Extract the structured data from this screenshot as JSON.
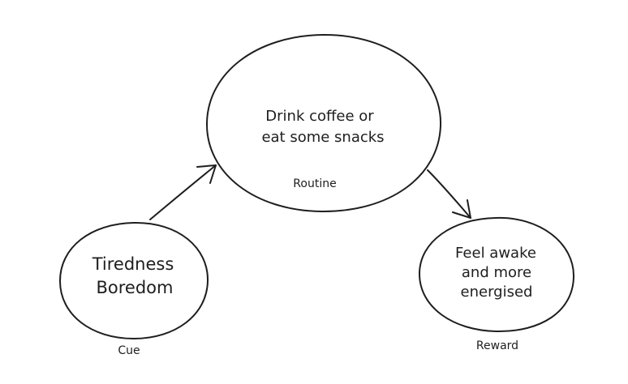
{
  "diagram": {
    "routine": {
      "lines": [
        "Drink coffee or",
        "eat some snacks"
      ],
      "caption": "Routine",
      "text_color": "#d92b2b"
    },
    "cue": {
      "lines": [
        "Tiredness",
        "Boredom"
      ],
      "caption": "Cue"
    },
    "reward": {
      "lines": [
        "Feel awake",
        "and more",
        "energised"
      ],
      "caption": "Reward"
    },
    "stroke_color": "#1e1e1e"
  }
}
